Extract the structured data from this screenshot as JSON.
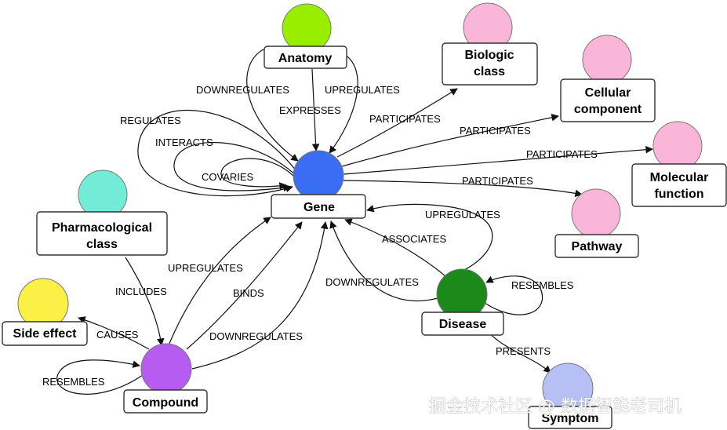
{
  "nodes": {
    "anatomy": {
      "label": "Anatomy",
      "color": "#99ee00"
    },
    "biologic_class": {
      "line1": "Biologic",
      "line2": "class",
      "color": "#f9b6d8"
    },
    "cellular_component": {
      "line1": "Cellular",
      "line2": "component",
      "color": "#f9b6d8"
    },
    "molecular_function": {
      "line1": "Molecular",
      "line2": "function",
      "color": "#f9b6d8"
    },
    "pathway": {
      "label": "Pathway",
      "color": "#f9b6d8"
    },
    "gene": {
      "label": "Gene",
      "color": "#3b6cf4"
    },
    "pharmacological_class": {
      "line1": "Pharmacological",
      "line2": "class",
      "color": "#73ecd7"
    },
    "side_effect": {
      "label": "Side effect",
      "color": "#fbf146"
    },
    "compound": {
      "label": "Compound",
      "color": "#b65cf0"
    },
    "disease": {
      "label": "Disease",
      "color": "#1b8a1b"
    },
    "symptom": {
      "label": "Symptom",
      "color": "#b7c0f4"
    }
  },
  "edges": {
    "downregulates_anatomy": "DOWNREGULATES",
    "upregulates_anatomy": "UPREGULATES",
    "expresses": "EXPRESSES",
    "participates_biologic": "PARTICIPATES",
    "participates_cellular": "PARTICIPATES",
    "participates_molecular": "PARTICIPATES",
    "participates_pathway": "PARTICIPATES",
    "regulates": "REGULATES",
    "interacts": "INTERACTS",
    "covaries": "COVARIES",
    "upregulates_disease": "UPREGULATES",
    "associates": "ASSOCIATES",
    "downregulates_disease": "DOWNREGULATES",
    "resembles_disease": "RESEMBLES",
    "presents": "PRESENTS",
    "upregulates_compound": "UPREGULATES",
    "binds": "BINDS",
    "downregulates_compound": "DOWNREGULATES",
    "includes": "INCLUDES",
    "causes": "CAUSES",
    "resembles_compound": "RESEMBLES"
  },
  "watermark": "掘金技术社区 @ 数据智能老司机"
}
